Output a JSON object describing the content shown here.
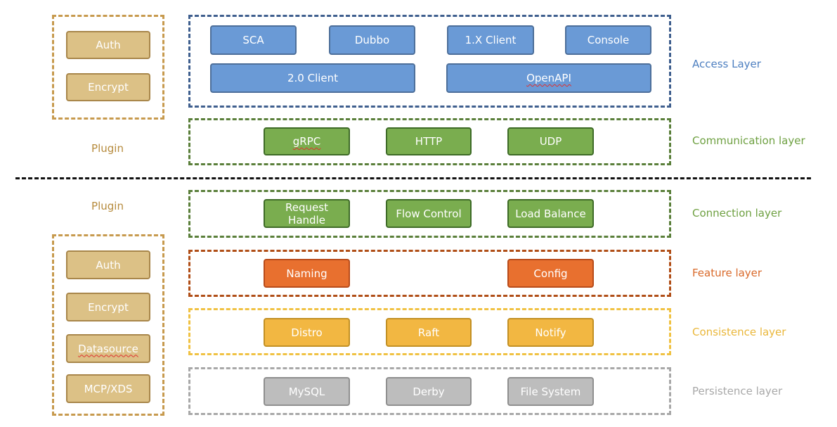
{
  "colors": {
    "access": "#4d7fc0",
    "communication": "#6ea041",
    "connection": "#6ea041",
    "feature": "#d9692a",
    "consistence": "#eab73a",
    "persistence": "#a8a8a8",
    "plugin": "#b68b3d"
  },
  "plugin_top": {
    "label": "Plugin",
    "items": [
      "Auth",
      "Encrypt"
    ]
  },
  "plugin_bottom": {
    "label": "Plugin",
    "items": [
      "Auth",
      "Encrypt",
      "Datasource",
      "MCP/XDS"
    ]
  },
  "layers": {
    "access": {
      "label": "Access Layer",
      "row1": [
        "SCA",
        "Dubbo",
        "1.X Client",
        "Console"
      ],
      "row2": [
        "2.0 Client",
        "OpenAPI"
      ]
    },
    "communication": {
      "label": "Communication layer",
      "items": [
        "gRPC",
        "HTTP",
        "UDP"
      ]
    },
    "connection": {
      "label": "Connection layer",
      "items": [
        "Request\nHandle",
        "Flow Control",
        "Load Balance"
      ]
    },
    "feature": {
      "label": "Feature layer",
      "items": [
        "Naming",
        "Config"
      ]
    },
    "consistence": {
      "label": "Consistence layer",
      "items": [
        "Distro",
        "Raft",
        "Notify"
      ]
    },
    "persistence": {
      "label": "Persistence layer",
      "items": [
        "MySQL",
        "Derby",
        "File System"
      ]
    }
  }
}
